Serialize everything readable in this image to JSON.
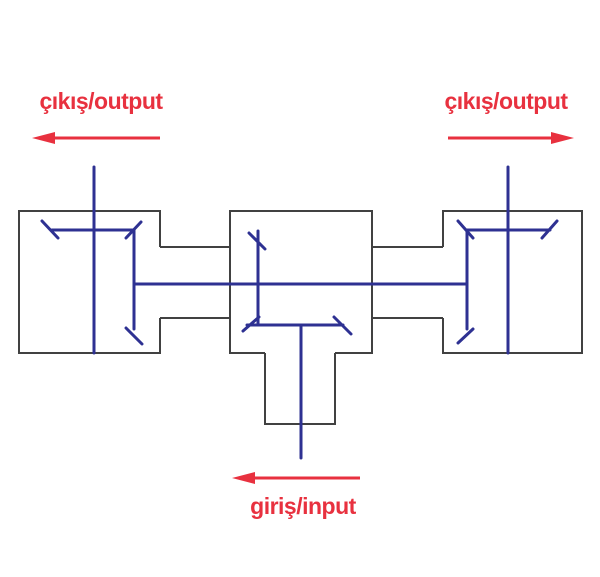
{
  "colors": {
    "red": "#e8313f",
    "blue": "#2e3192",
    "outline": "#414141",
    "background": "#ffffff"
  },
  "labels": {
    "output_left": "çıkış/output",
    "output_right": "çıkış/output",
    "input": "giriş/input"
  },
  "arrows": [
    {
      "name": "output-arrow-left",
      "direction": "left"
    },
    {
      "name": "output-arrow-right",
      "direction": "right"
    },
    {
      "name": "input-arrow",
      "direction": "left"
    }
  ],
  "diagram": {
    "kind": "bevel-gearbox-schematic",
    "ports": [
      {
        "name": "output-left",
        "label": "çıkış/output"
      },
      {
        "name": "output-right",
        "label": "çıkış/output"
      },
      {
        "name": "input-bottom",
        "label": "giriş/input"
      }
    ]
  }
}
